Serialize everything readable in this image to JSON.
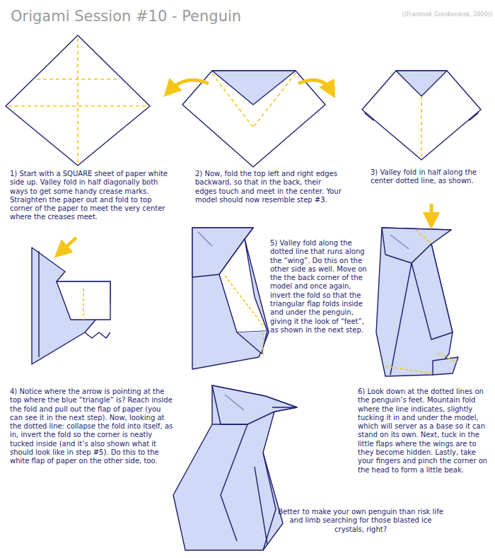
{
  "diagram": {
    "title": "Origami Session #10 - Penguin",
    "labels": [
      "((Frantisek Grenbenicek, 2000))",
      "1) Start with a SQUARE sheet of paper white side up. Valley fold in half diagonally both ways to get some handy crease marks. Straighten the paper out and fold to top corner of the paper to meet the very center where the creases meet.",
      "2) Now, fold the top left and right edges backward, so that in the back, their edges touch and meet in the center. Your model should now resemble step #3.",
      "3) Valley fold in half along the center dotted line, as shown.",
      "4) Notice where the arrow is pointing at the top where the blue “triangle” is? Reach inside the fold and pull out the flap of paper (you can see it in the next step). Now, looking at the dotted line: collapse the fold into itself, as in, invert the fold so the corner is neatly tucked inside (and it’s also shown what it should look like in step #5). Do this to the white flap of paper on the other side, too.",
      "5) Valley fold along the dotted line that runs along the “wing”. Do this on the other side as well. Move on the the back corner of the model and once again, invert the fold so that the triangular flap folds inside and under the penguin, giving it the look of “feet”, as shown in the next step.",
      "6) Look down at the dotted lines on the penguin’s feet. Mountain fold where the line indicates, slightly tucking it in and under the model, which will server as a base so it can stand on its own. Next, tuck in the little flaps where the wings are to they become hidden. Lastly, take your fingers and pinch the corner on the head to form a little beak.",
      "Better to make your own penguin than risk life and limb searching for those blasted ice crystals, right?"
    ]
  }
}
